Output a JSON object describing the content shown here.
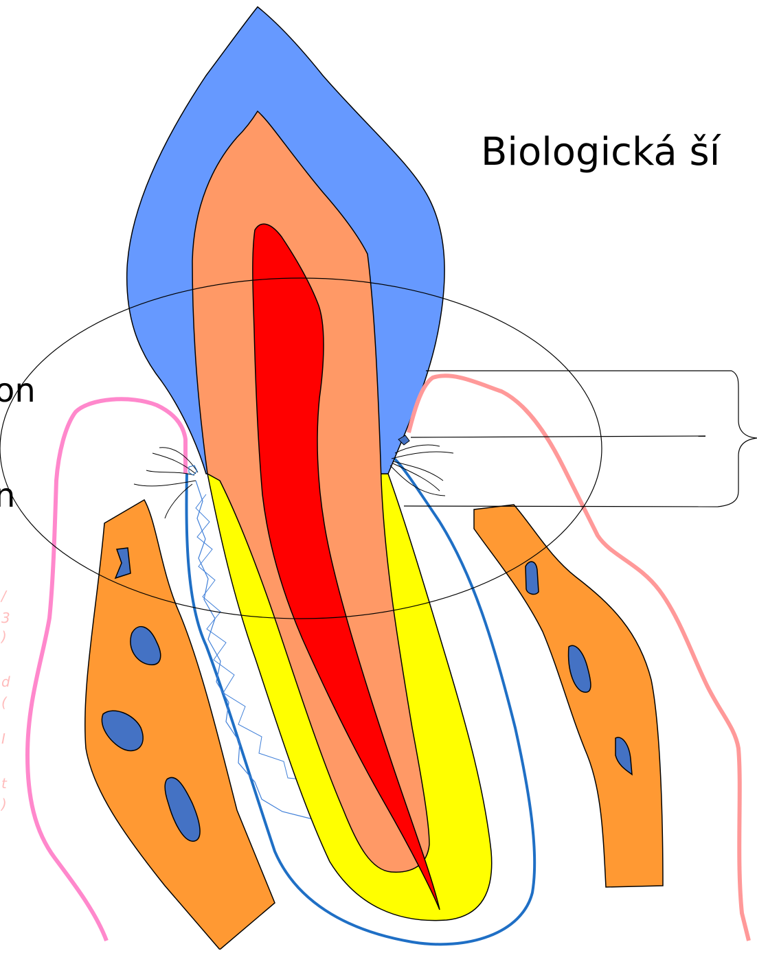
{
  "title": "Biologická ší",
  "side_labels": [
    "on",
    "n"
  ],
  "faint_glyphs": [
    [
      "/",
      "3",
      ")"
    ],
    [
      "d",
      "(",
      "I",
      "t",
      ")"
    ]
  ],
  "colors": {
    "enamel": "#6699FF",
    "dentin": "#FF9966",
    "pulp": "#FF0000",
    "cementum": "#FFFF00",
    "bone": "#FF9933",
    "marrow": "#4472C4",
    "periodontal_ligament": "#1F6FC5",
    "gingiva_left": "#FF88CC",
    "gingiva_right": "#FF9999",
    "faint_text": "#FFBBBB"
  }
}
